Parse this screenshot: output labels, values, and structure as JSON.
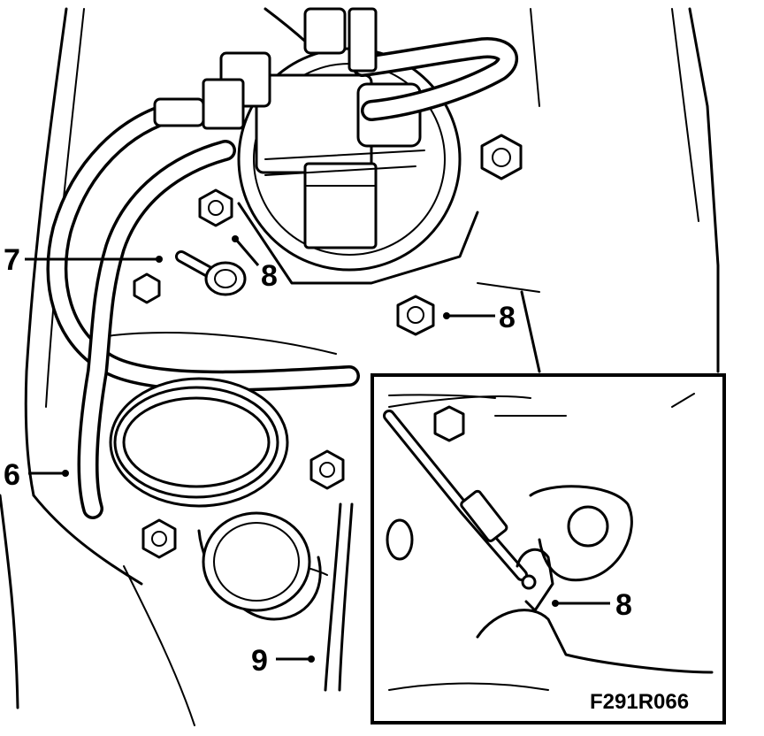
{
  "figure": {
    "code": "F291R066"
  },
  "callouts": [
    {
      "id": "c7",
      "label": "7"
    },
    {
      "id": "c8a",
      "label": "8"
    },
    {
      "id": "c8b",
      "label": "8"
    },
    {
      "id": "c6",
      "label": "6"
    },
    {
      "id": "c9",
      "label": "9"
    },
    {
      "id": "c8c",
      "label": "8"
    }
  ]
}
